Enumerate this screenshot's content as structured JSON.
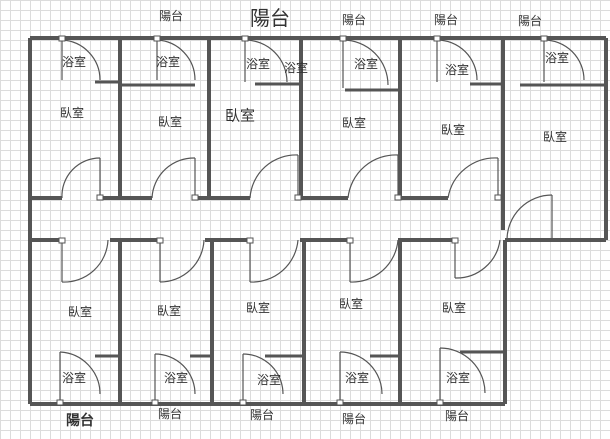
{
  "labels": {
    "top_title": "陽台",
    "balcony": "陽台",
    "balcony_bold": "陽台",
    "bath": "浴室",
    "bed": "臥室",
    "bed_large": "臥室",
    "bath_partial": "浴室"
  }
}
